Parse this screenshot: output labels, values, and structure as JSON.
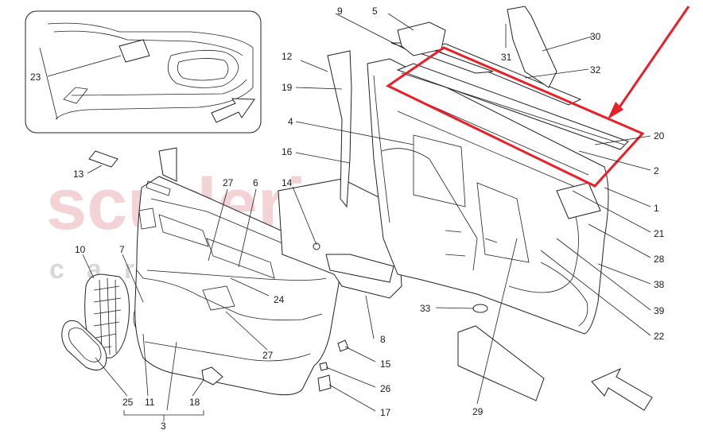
{
  "watermark": {
    "main": "scuderia",
    "sub": "car parts",
    "color": "#e8a0a6"
  },
  "highlight_color": "#e8202a",
  "callouts": [
    {
      "id": "c1",
      "text": "1"
    },
    {
      "id": "c2",
      "text": "2"
    },
    {
      "id": "c3",
      "text": "3"
    },
    {
      "id": "c4",
      "text": "4"
    },
    {
      "id": "c5",
      "text": "5"
    },
    {
      "id": "c6",
      "text": "6"
    },
    {
      "id": "c7",
      "text": "7"
    },
    {
      "id": "c8",
      "text": "8"
    },
    {
      "id": "c9",
      "text": "9"
    },
    {
      "id": "c10",
      "text": "10"
    },
    {
      "id": "c11",
      "text": "11"
    },
    {
      "id": "c12",
      "text": "12"
    },
    {
      "id": "c13",
      "text": "13"
    },
    {
      "id": "c14",
      "text": "14"
    },
    {
      "id": "c15",
      "text": "15"
    },
    {
      "id": "c16",
      "text": "16"
    },
    {
      "id": "c17",
      "text": "17"
    },
    {
      "id": "c18",
      "text": "18"
    },
    {
      "id": "c19",
      "text": "19"
    },
    {
      "id": "c20",
      "text": "20"
    },
    {
      "id": "c21",
      "text": "21"
    },
    {
      "id": "c22",
      "text": "22"
    },
    {
      "id": "c23",
      "text": "23"
    },
    {
      "id": "c24",
      "text": "24"
    },
    {
      "id": "c25",
      "text": "25"
    },
    {
      "id": "c26",
      "text": "26"
    },
    {
      "id": "c27a",
      "text": "27"
    },
    {
      "id": "c27b",
      "text": "27"
    },
    {
      "id": "c28",
      "text": "28"
    },
    {
      "id": "c29",
      "text": "29"
    },
    {
      "id": "c30",
      "text": "30"
    },
    {
      "id": "c31",
      "text": "31"
    },
    {
      "id": "c32",
      "text": "32"
    },
    {
      "id": "c33",
      "text": "33"
    },
    {
      "id": "c38",
      "text": "38"
    },
    {
      "id": "c39",
      "text": "39"
    }
  ]
}
